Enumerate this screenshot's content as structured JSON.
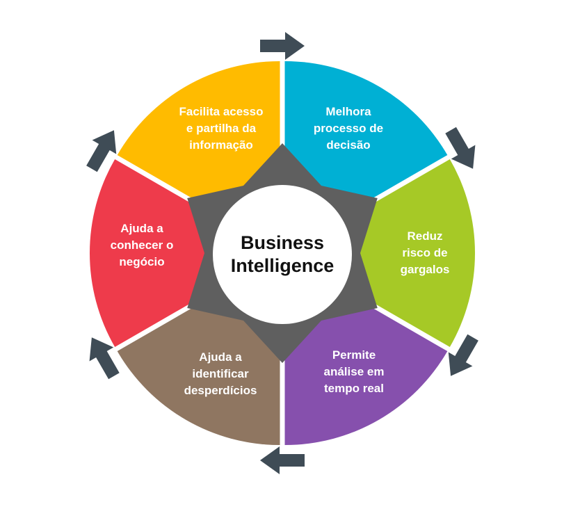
{
  "center": {
    "title": "Business\nIntelligence",
    "star_color": "#5f5f5f",
    "circle_color": "#ffffff"
  },
  "segments": [
    {
      "id": "melhora-decisao",
      "label": "Melhora\nprocesso de\ndecisão",
      "color": "#00b0d4"
    },
    {
      "id": "reduz-gargalos",
      "label": "Reduz\nrisco de\ngargalos",
      "color": "#a6c926"
    },
    {
      "id": "analise-tempo-real",
      "label": "Permite\nanálise em\ntempo real",
      "color": "#8650ad"
    },
    {
      "id": "identificar-desperdicios",
      "label": "Ajuda a\nidentificar\ndesperdícios",
      "color": "#8f7661"
    },
    {
      "id": "conhecer-negocio",
      "label": "Ajuda a\nconhecer o\nnegócio",
      "color": "#ee3b4b"
    },
    {
      "id": "facilita-acesso",
      "label": "Facilita acesso\ne partilha da\ninformação",
      "color": "#ffbb00"
    }
  ],
  "arrows": {
    "color": "#3f4c56",
    "count": 6
  }
}
